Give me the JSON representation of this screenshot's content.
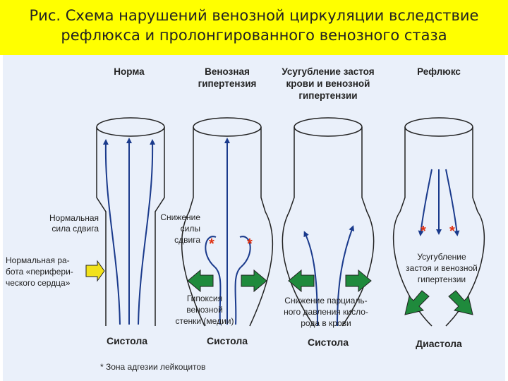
{
  "title": {
    "line1": "Рис. Схема нарушений венозной циркуляции вследствие",
    "line2": "рефлюкса и пролонгированного венозного стаза"
  },
  "columns": [
    {
      "header": [
        "Норма"
      ],
      "phase": "Систола"
    },
    {
      "header": [
        "Венозная",
        "гипертензия"
      ],
      "phase": "Систола"
    },
    {
      "header": [
        "Усугубление застоя",
        "крови и венозной",
        "гипертензии"
      ],
      "phase": "Систола"
    },
    {
      "header": [
        "Рефлюкс"
      ],
      "phase": "Диастола"
    }
  ],
  "labels": {
    "normal_shear": [
      "Нормальная",
      "сила сдвига"
    ],
    "normal_pump": [
      "Нормальная ра-",
      "бота «перифери-",
      "ческого сердца»"
    ],
    "reduced_shear": [
      "Снижение",
      "силы",
      "сдвига"
    ],
    "hypoxia": [
      "Гипоксия",
      "венозной",
      "стенки (медии)"
    ],
    "oxygen_drop": [
      "Снижение парциаль-",
      "ного давления кисло-",
      "рода в крови"
    ],
    "worsening": [
      "Усугубление",
      "застоя и венозной",
      "гипертензии"
    ],
    "footnote": "* Зона адгезии лейкоцитов",
    "asterisk": "*"
  },
  "colors": {
    "title_bg": "#ffff00",
    "panel_bg": "#eaf0fa",
    "arrow_blue": "#1a3a8c",
    "arrow_green": "#1f8a3c",
    "arrow_yellow": "#f2e21a",
    "asterisk_red": "#e03010"
  }
}
